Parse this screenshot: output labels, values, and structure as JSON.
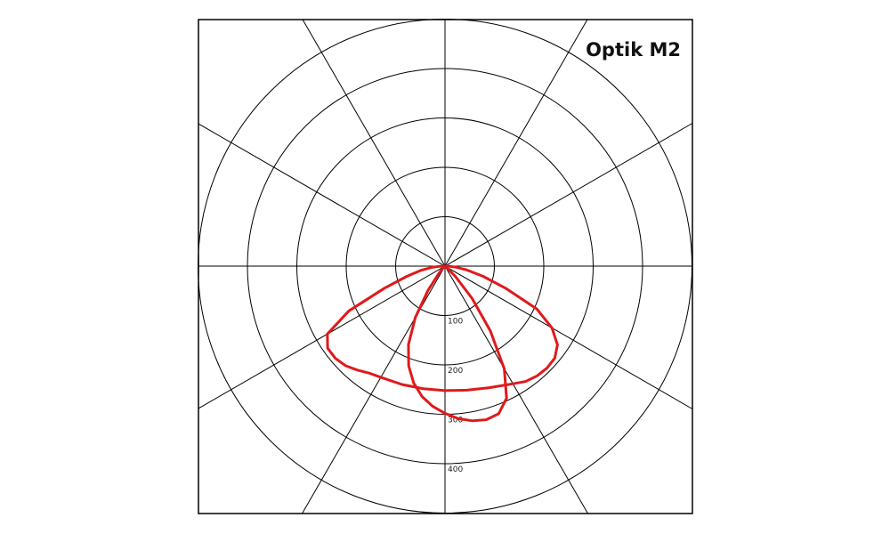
{
  "chart_data": {
    "type": "polar",
    "title": "Optik M2",
    "radial_ticks": [
      100,
      200,
      300,
      400
    ],
    "radial_tick_labels": [
      "100",
      "200",
      "300",
      "400"
    ],
    "rlim": [
      0,
      500
    ],
    "spoke_step_deg": 30,
    "grid": true,
    "colors": {
      "frame": "#000000",
      "grid": "#000000",
      "curve": "#e0191b"
    },
    "series": [
      {
        "plane": "wide",
        "angle_deg": [
          -88,
          -85,
          -80,
          -75,
          -70,
          -65,
          -60,
          -55,
          -50,
          -45,
          -40,
          -35,
          -30,
          -20,
          -10,
          0,
          10,
          20,
          30,
          35,
          40,
          45,
          50,
          55,
          60,
          65,
          70,
          75,
          80,
          85,
          88
        ],
        "value": [
          10,
          25,
          50,
          80,
          130,
          215,
          275,
          290,
          290,
          285,
          275,
          265,
          260,
          255,
          252,
          252,
          255,
          262,
          275,
          285,
          290,
          292,
          290,
          278,
          250,
          205,
          130,
          80,
          45,
          20,
          8
        ]
      },
      {
        "plane": "narrow",
        "angle_deg": [
          -45,
          -40,
          -35,
          -30,
          -25,
          -20,
          -15,
          -10,
          -5,
          0,
          5,
          10,
          15,
          20,
          25,
          30,
          35,
          40,
          45,
          50
        ],
        "value": [
          5,
          20,
          60,
          120,
          175,
          215,
          245,
          268,
          285,
          298,
          310,
          318,
          322,
          318,
          295,
          240,
          160,
          85,
          30,
          5
        ]
      }
    ]
  }
}
